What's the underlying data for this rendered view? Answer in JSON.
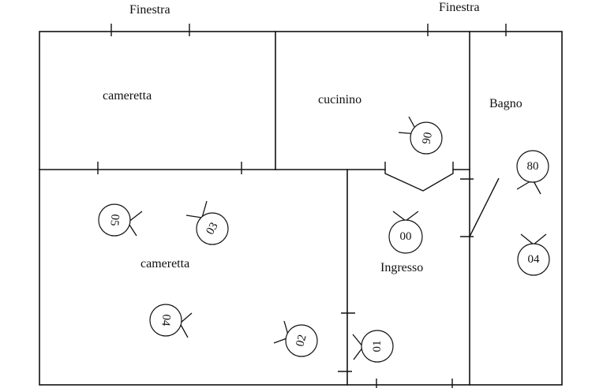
{
  "windows": [
    {
      "id": "win-left",
      "label": "Finestra"
    },
    {
      "id": "win-right",
      "label": "Finestra"
    }
  ],
  "rooms": [
    {
      "id": "cameretta-top",
      "label": "cameretta"
    },
    {
      "id": "cucinino",
      "label": "cucinino"
    },
    {
      "id": "bagno",
      "label": "Bagno"
    },
    {
      "id": "cameretta-bottom",
      "label": "cameretta"
    },
    {
      "id": "ingresso",
      "label": "Ingresso"
    }
  ],
  "markers": [
    {
      "id": "m-06",
      "label": "06"
    },
    {
      "id": "m-80",
      "label": "80"
    },
    {
      "id": "m-05",
      "label": "05"
    },
    {
      "id": "m-03",
      "label": "03"
    },
    {
      "id": "m-00",
      "label": "00"
    },
    {
      "id": "m-04a",
      "label": "04"
    },
    {
      "id": "m-04b",
      "label": "04"
    },
    {
      "id": "m-02",
      "label": "02"
    },
    {
      "id": "m-01",
      "label": "01"
    }
  ]
}
